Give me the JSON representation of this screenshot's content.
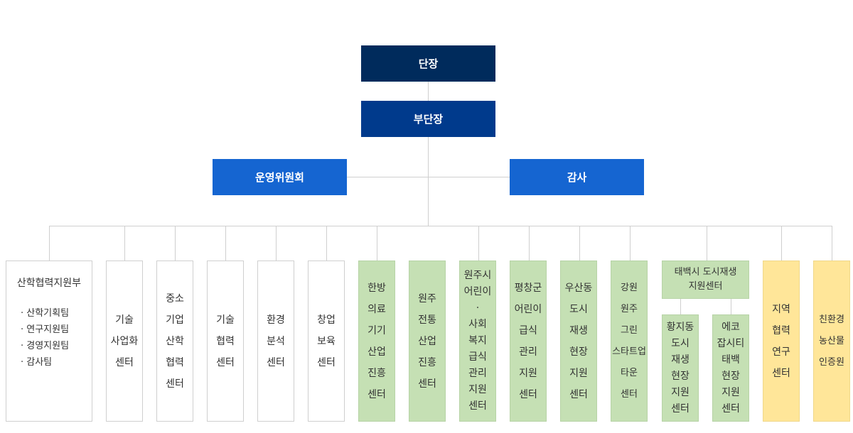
{
  "head": "단장",
  "deputy": "부단장",
  "committee": "운영위원회",
  "audit": "감사",
  "dept": {
    "title": "산학협력지원부",
    "teams": [
      "산학기획팀",
      "연구지원팀",
      "경영지원팀",
      "감사팀"
    ]
  },
  "white_centers": [
    "기술\n사업화\n센터",
    "중소\n기업\n산학\n협력\n센터",
    "기술\n협력\n센터",
    "환경\n분석\n센터",
    "창업\n보육\n센터"
  ],
  "green_centers": [
    "한방\n의료\n기기\n산업\n진흥\n센터",
    "원주\n전통\n산업\n진흥\n센터",
    "원주시\n어린이\n·\n사회\n복지\n급식\n관리\n지원\n센터",
    "평창군\n어린이\n급식\n관리\n지원\n센터",
    "우산동\n도시\n재생\n현장\n지원\n센터",
    "강원\n원주\n그린\n스타트업\n타운\n센터"
  ],
  "taebaek": {
    "title": "태백시 도시재생\n지원센터",
    "subs": [
      "황지동\n도시\n재생\n현장\n지원\n센터",
      "에코\n잡시티\n태백\n현장\n지원\n센터"
    ]
  },
  "yellow_centers": [
    "지역\n협력\n연구\n센터",
    "친환경\n농산물\n인증원"
  ],
  "colors": {
    "head": "#002b5c",
    "deputy": "#003a8c",
    "committee": "#1565d1",
    "green": "#c5e0b4",
    "yellow": "#ffe699"
  }
}
